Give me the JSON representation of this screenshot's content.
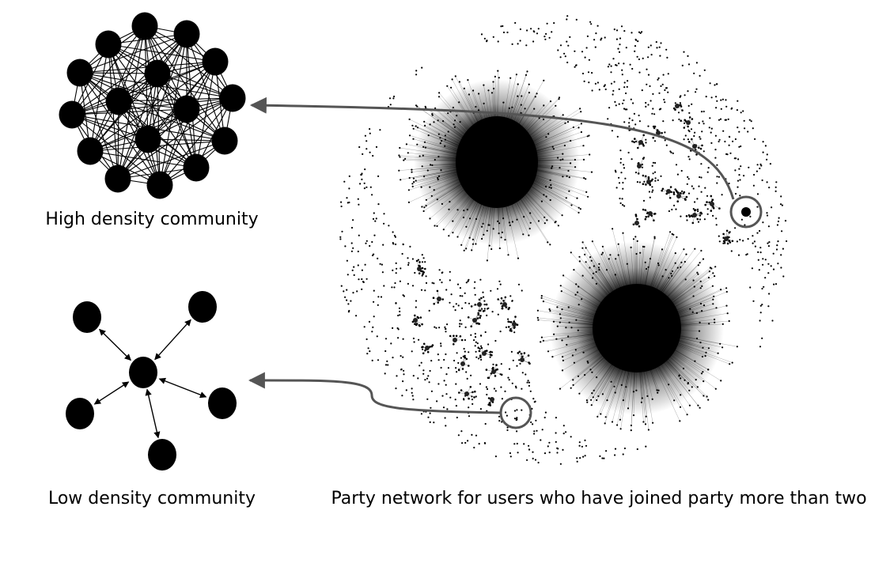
{
  "captions": {
    "high_density": "High density community",
    "low_density": "Low density community",
    "party_network": "Party network for users who have joined party more than two"
  },
  "colors": {
    "node": "#000000",
    "edge": "#000000",
    "callout": "#555555",
    "background": "#ffffff"
  },
  "diagram": {
    "high_density_node_count": 16,
    "low_density_node_count": 6,
    "network_hub_count": 2
  }
}
